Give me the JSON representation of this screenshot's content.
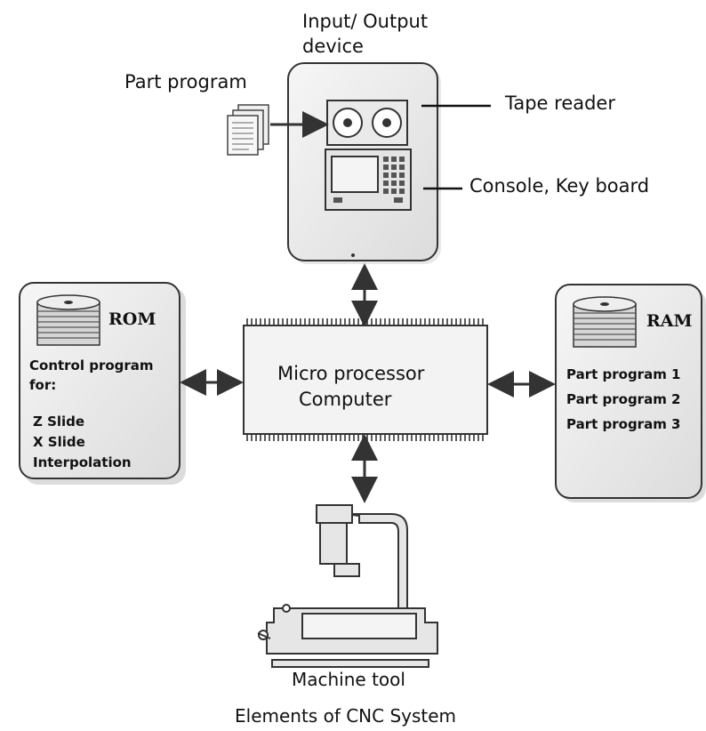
{
  "io_device": {
    "title": "Input/ Output\ndevice",
    "part_program_label": "Part program",
    "tape_reader_label": "Tape reader",
    "console_label": "Console, Key board"
  },
  "rom_panel": {
    "title": "ROM",
    "heading_line1": "Control program",
    "heading_line2": "for:",
    "items": [
      "Z Slide",
      "X Slide",
      "Interpolation"
    ]
  },
  "ram_panel": {
    "title": "RAM",
    "items": [
      "Part program 1",
      "Part program 2",
      "Part program 3"
    ]
  },
  "processor": {
    "line1": "Micro processor",
    "line2": "Computer"
  },
  "machine_tool": {
    "label": "Machine tool"
  },
  "caption": "Elements of CNC System"
}
